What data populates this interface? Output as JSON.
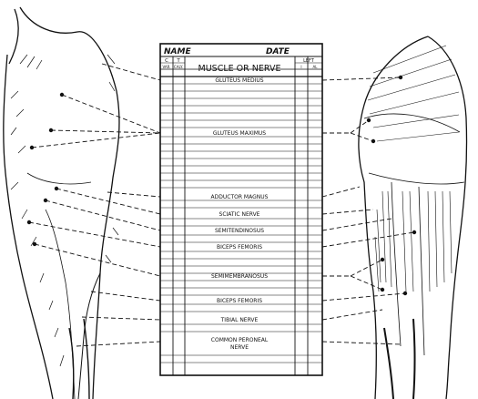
{
  "form": {
    "name_label": "NAME",
    "date_label": "DATE",
    "main_header": "MUSCLE OR NERVE",
    "left_col_headers": [
      "C",
      "T"
    ],
    "left_subheaders": [
      "VAR.",
      "CALY."
    ],
    "right_col_headers": [
      "LEFT"
    ],
    "right_subheaders": [
      "I",
      "AL"
    ],
    "entries": [
      "GLUTEUS MEDIUS",
      "GLUTEUS MAXIMUS",
      "ADDUCTOR MAGNUS",
      "SCIATIC NERVE",
      "SEMITENDINOSUS",
      "BICEPS FEMORIS",
      "SEMIMEMBRANOSUS",
      "BICEPS FEMORIS",
      "TIBIAL NERVE",
      "COMMON PERONEAL",
      "NERVE"
    ]
  }
}
